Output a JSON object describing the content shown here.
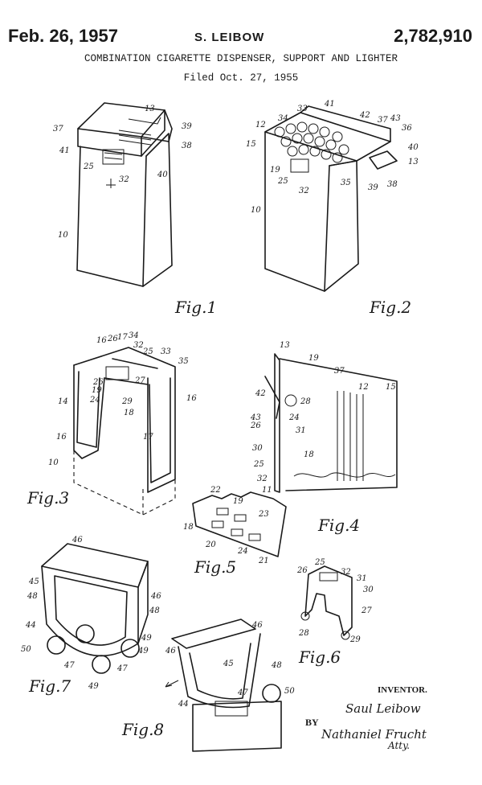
{
  "header": {
    "date": "Feb. 26, 1957",
    "inventor_short": "S. LEIBOW",
    "patent_number": "2,782,910",
    "title": "COMBINATION CIGARETTE DISPENSER, SUPPORT AND LIGHTER",
    "filed": "Filed Oct. 27, 1955"
  },
  "figures": [
    "Fig.1",
    "Fig.2",
    "Fig.3",
    "Fig.4",
    "Fig.5",
    "Fig.6",
    "Fig.7",
    "Fig.8"
  ],
  "signature": {
    "inventor_label": "INVENTOR.",
    "inventor_name": "Saul Leibow",
    "by_label": "BY",
    "attorney_name": "Nathaniel Frucht",
    "attorney_title": "Atty."
  }
}
